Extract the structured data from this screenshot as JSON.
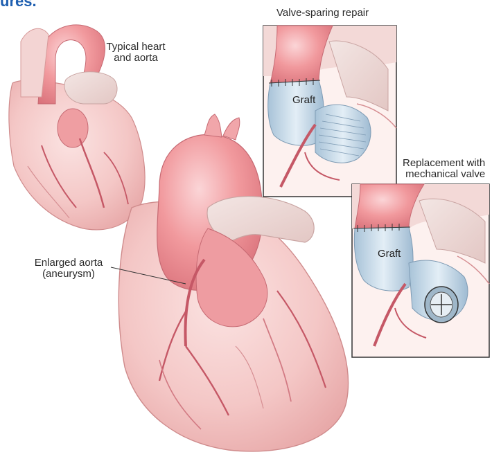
{
  "top_fragment": "ures.",
  "labels": {
    "typical_heart_line1": "Typical heart",
    "typical_heart_line2": "and aorta",
    "valve_sparing": "Valve-sparing repair",
    "replacement_line1": "Replacement with",
    "replacement_line2": "mechanical valve",
    "enlarged_line1": "Enlarged aorta",
    "enlarged_line2": "(aneurysm)",
    "graft_top": "Graft",
    "graft_bottom": "Graft"
  },
  "colors": {
    "heart_fill": "#f4c7c6",
    "heart_shadow": "#e59a9b",
    "aorta_fill": "#ef8f93",
    "aorta_light": "#f8c5c8",
    "vessel": "#c55866",
    "graft": "#c9dceb",
    "graft_line": "#7e9bb4",
    "inset_border": "#333333",
    "page_title": "#1f5fb0"
  }
}
